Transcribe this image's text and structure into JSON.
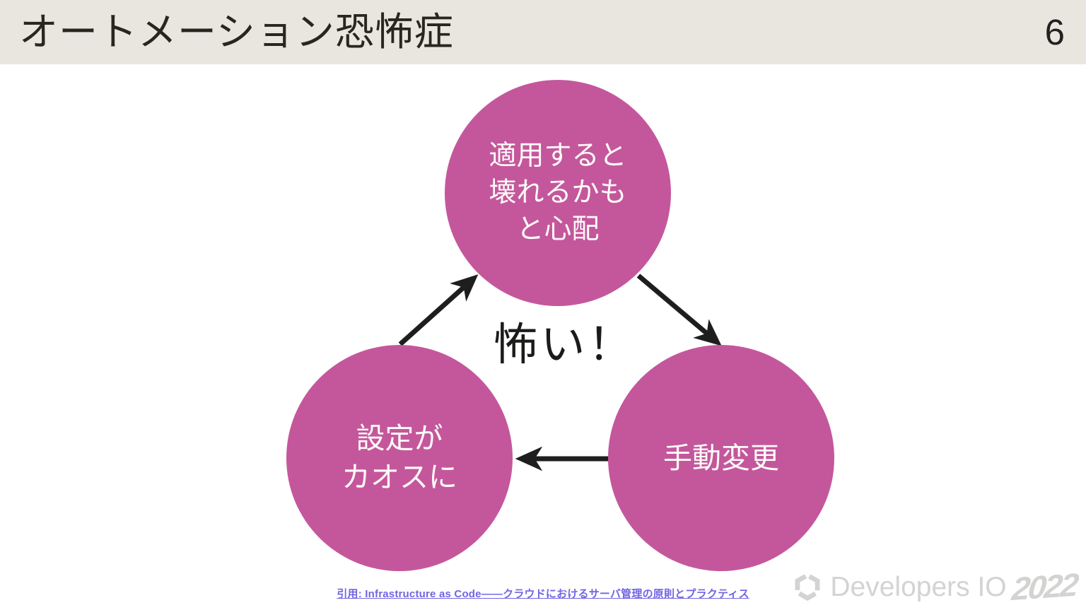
{
  "slide": {
    "title": "オートメーション恐怖症",
    "page_number": "6"
  },
  "diagram": {
    "center_label": "怖い！",
    "nodes": {
      "top": {
        "lines": [
          "適用すると",
          "壊れるかも",
          "と心配"
        ]
      },
      "left": {
        "lines": [
          "設定が",
          "カオスに"
        ]
      },
      "right": {
        "lines": [
          "手動変更"
        ]
      }
    },
    "flow": [
      "top → right",
      "right → left",
      "left → top"
    ],
    "node_color": "#c4579c",
    "node_text_color": "#ffffff",
    "arrow_color": "#1e1e1e"
  },
  "footer": {
    "citation": "引用: Infrastructure as Code——クラウドにおけるサーバ管理の原則とプラクティス",
    "citation_color": "#7165e3"
  },
  "branding": {
    "logo_text": "Developers IO",
    "logo_year": "2022",
    "logo_color": "#d3d3d2"
  },
  "colors": {
    "header_background": "#e9e6e0",
    "title_text": "#29251f",
    "body_background": "#ffffff"
  }
}
